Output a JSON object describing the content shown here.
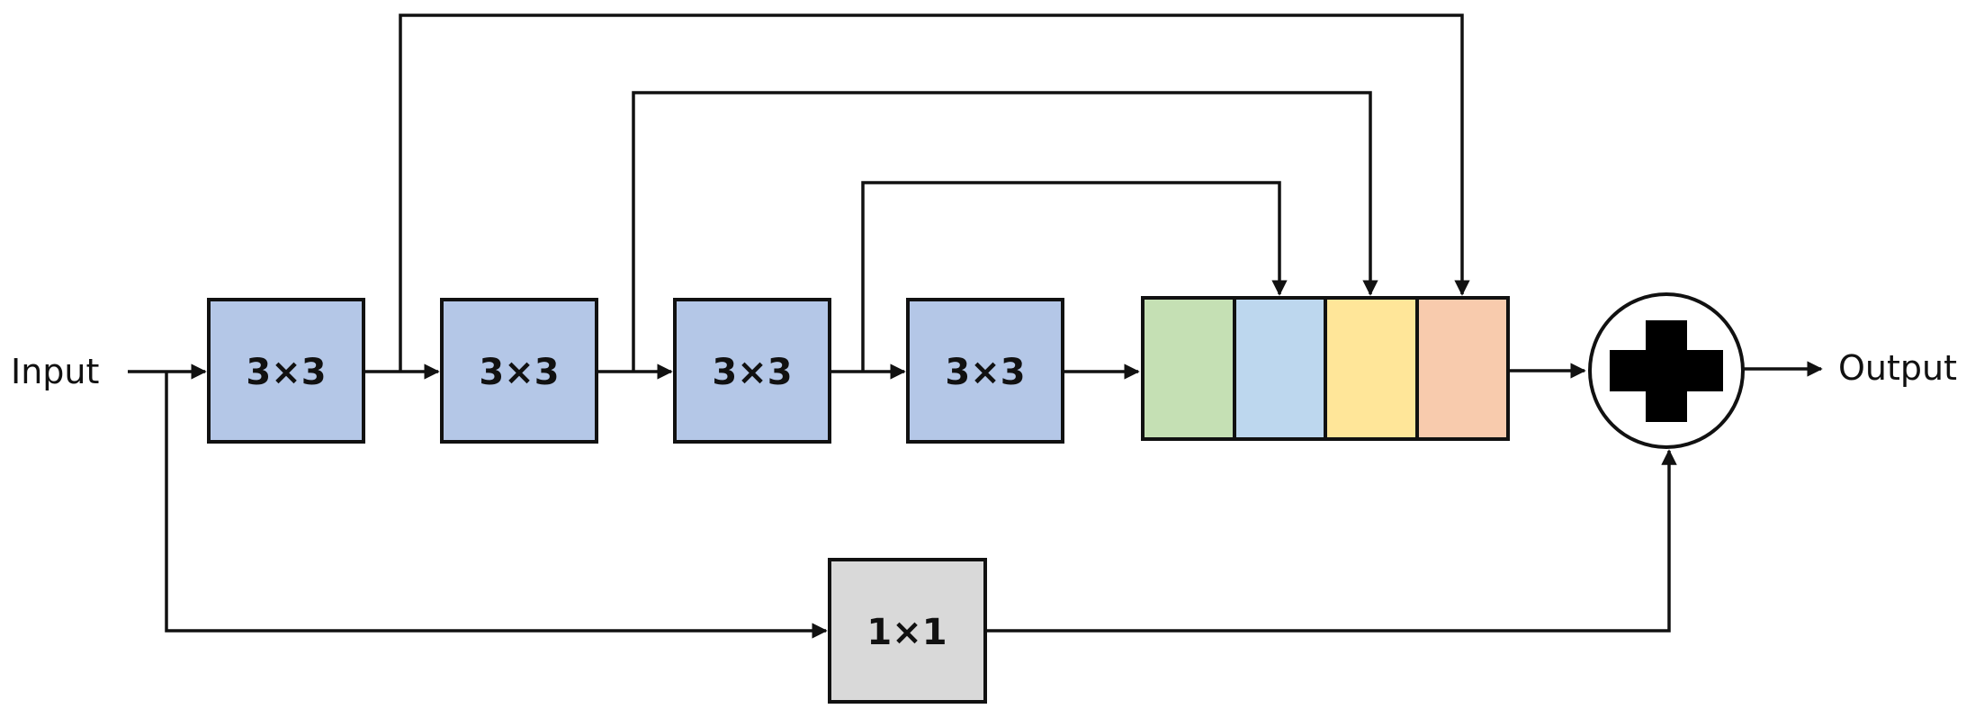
{
  "input_label": "Input",
  "output_label": "Output",
  "conv_blocks": [
    {
      "label": "3×3",
      "color": "#b4c7e7"
    },
    {
      "label": "3×3",
      "color": "#b4c7e7"
    },
    {
      "label": "3×3",
      "color": "#b4c7e7"
    },
    {
      "label": "3×3",
      "color": "#b4c7e7"
    }
  ],
  "shortcut_block": {
    "label": "1×1",
    "color": "#d9d9d9"
  },
  "concat_segments": [
    {
      "color": "#c5e0b4"
    },
    {
      "color": "#bdd7ee"
    },
    {
      "color": "#ffe699"
    },
    {
      "color": "#f8cbad"
    }
  ],
  "add_node": {
    "symbol": "plus",
    "icon": "plus-icon"
  }
}
